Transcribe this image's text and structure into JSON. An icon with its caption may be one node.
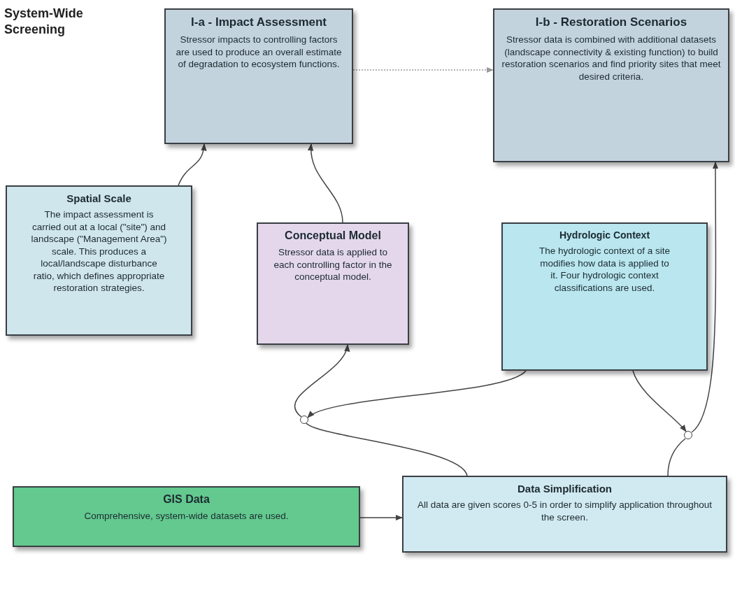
{
  "diagram": {
    "title": "System-Wide Screening",
    "nodes": [
      {
        "text": [
          "I-a - Impact Assessment",
          "Stressor impacts to controlling factors are used to produce an overall estimate of degradation to ecosystem functions."
        ]
      },
      {
        "text": [
          "I-b - Restoration Scenarios",
          "Stressor data is combined with additional datasets (landscape connectivity & existing function) to build restoration scenarios and find priority sites that meet desired criteria."
        ]
      },
      {
        "text": [
          "Spatial Scale",
          "The impact assessment is carried out at a local (\"site\") and landscape (\"Management Area\") scale. This produces a local/landscape disturbance ratio, which defines appropriate restoration strategies."
        ]
      },
      {
        "text": [
          "Conceptual Model",
          "Stressor data is applied to each controlling factor in the conceptual model."
        ]
      },
      {
        "text": [
          "Hydrologic Context",
          "The hydrologic context of a site modifies how data is applied to it. Four hydrologic context classifications are used."
        ]
      },
      {
        "text": [
          "GIS Data",
          "Comprehensive, system-wide datasets are used."
        ]
      },
      {
        "text": [
          "Data Simplification",
          "All data are given scores 0-5 in order to simplify application throughout the screen."
        ]
      },
      {
        "text": [],
        "shape": "circle"
      },
      {
        "text": [],
        "shape": "circle"
      }
    ],
    "edges": [
      {
        "from": 0,
        "to": 1,
        "arrow": "to",
        "style": "dashed",
        "color": "#999999"
      },
      {
        "from": 2,
        "to": 0,
        "arrow": "to"
      },
      {
        "from": 3,
        "to": 0,
        "arrow": "to"
      },
      {
        "from": 6,
        "to": 7,
        "arrow": "none"
      },
      {
        "from": 7,
        "to": 3,
        "arrow": "to"
      },
      {
        "from": 4,
        "to": 7,
        "arrow": "to"
      },
      {
        "from": 4,
        "to": 8,
        "arrow": "to"
      },
      {
        "from": 6,
        "to": 8,
        "arrow": "none"
      },
      {
        "from": 8,
        "to": 1,
        "arrow": "to"
      },
      {
        "from": 5,
        "to": 6,
        "arrow": "to"
      }
    ]
  }
}
